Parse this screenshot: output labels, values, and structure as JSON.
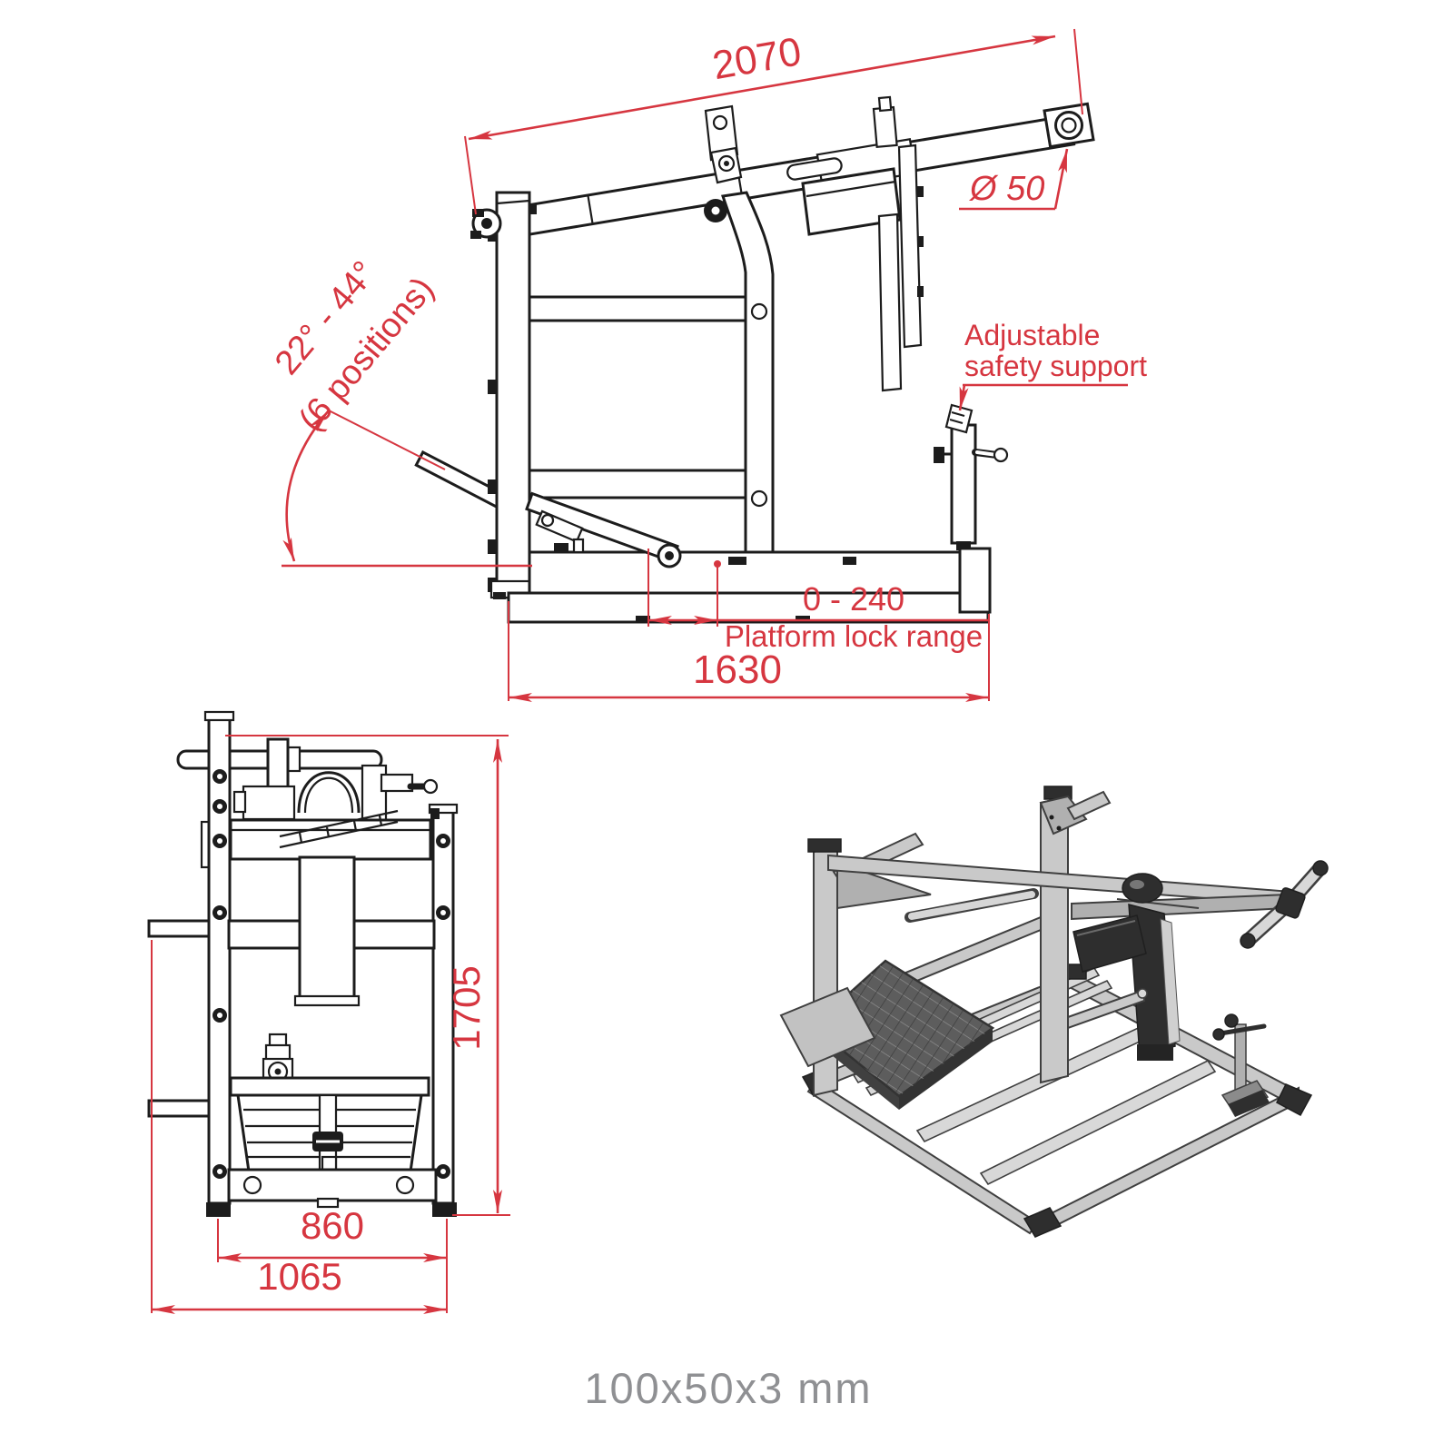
{
  "colors": {
    "annotation_red": "#d63640",
    "line_black": "#1c1c1c",
    "footer_gray": "#8f9093",
    "render_steel": "#c9c9c9",
    "render_dark": "#2e2e2e"
  },
  "side_view": {
    "dim_arm_length": "2070",
    "dim_tube_diameter": "Ø 50",
    "dim_angle_range": "22° - 44°",
    "dim_angle_positions": "(6 positions)",
    "label_safety_line1": "Adjustable",
    "label_safety_line2": "safety support",
    "dim_platform_lock": "0 - 240",
    "label_platform_lock": "Platform lock range",
    "dim_base_length": "1630"
  },
  "front_view": {
    "dim_height": "1705",
    "dim_inner_width": "860",
    "dim_outer_width": "1065"
  },
  "footer": {
    "tube_profile": "100x50x3 mm"
  }
}
